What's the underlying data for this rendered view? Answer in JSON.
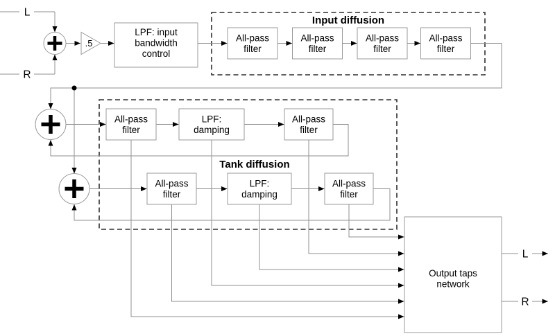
{
  "diagram": {
    "kind": "reverb-signal-flow-block-diagram",
    "inputs": {
      "left": "L",
      "right": "R"
    },
    "gain": {
      "label": ".5"
    },
    "input_lpf": {
      "l1": "LPF: input",
      "l2": "bandwidth",
      "l3": "control"
    },
    "input_diffusion": {
      "title": "Input diffusion",
      "filters": [
        {
          "l1": "All-pass",
          "l2": "filter"
        },
        {
          "l1": "All-pass",
          "l2": "filter"
        },
        {
          "l1": "All-pass",
          "l2": "filter"
        },
        {
          "l1": "All-pass",
          "l2": "filter"
        }
      ]
    },
    "tank_diffusion": {
      "title": "Tank diffusion",
      "row1": [
        {
          "l1": "All-pass",
          "l2": "filter"
        },
        {
          "l1": "LPF:",
          "l2": "damping"
        },
        {
          "l1": "All-pass",
          "l2": "filter"
        }
      ],
      "row2": [
        {
          "l1": "All-pass",
          "l2": "filter"
        },
        {
          "l1": "LPF:",
          "l2": "damping"
        },
        {
          "l1": "All-pass",
          "l2": "filter"
        }
      ]
    },
    "output_network": {
      "l1": "Output taps",
      "l2": "network"
    },
    "outputs": {
      "left": "L",
      "right": "R"
    },
    "icons": {
      "sum_node": "plus-icon",
      "gain_stage": "amplifier-triangle-icon"
    },
    "colors": {
      "background": "#ffffff",
      "wire": "#8f8f8f",
      "box_border": "#9a9a9a",
      "dashed_border": "#2e2e2e",
      "arrow": "#000000",
      "text": "#000000"
    }
  }
}
